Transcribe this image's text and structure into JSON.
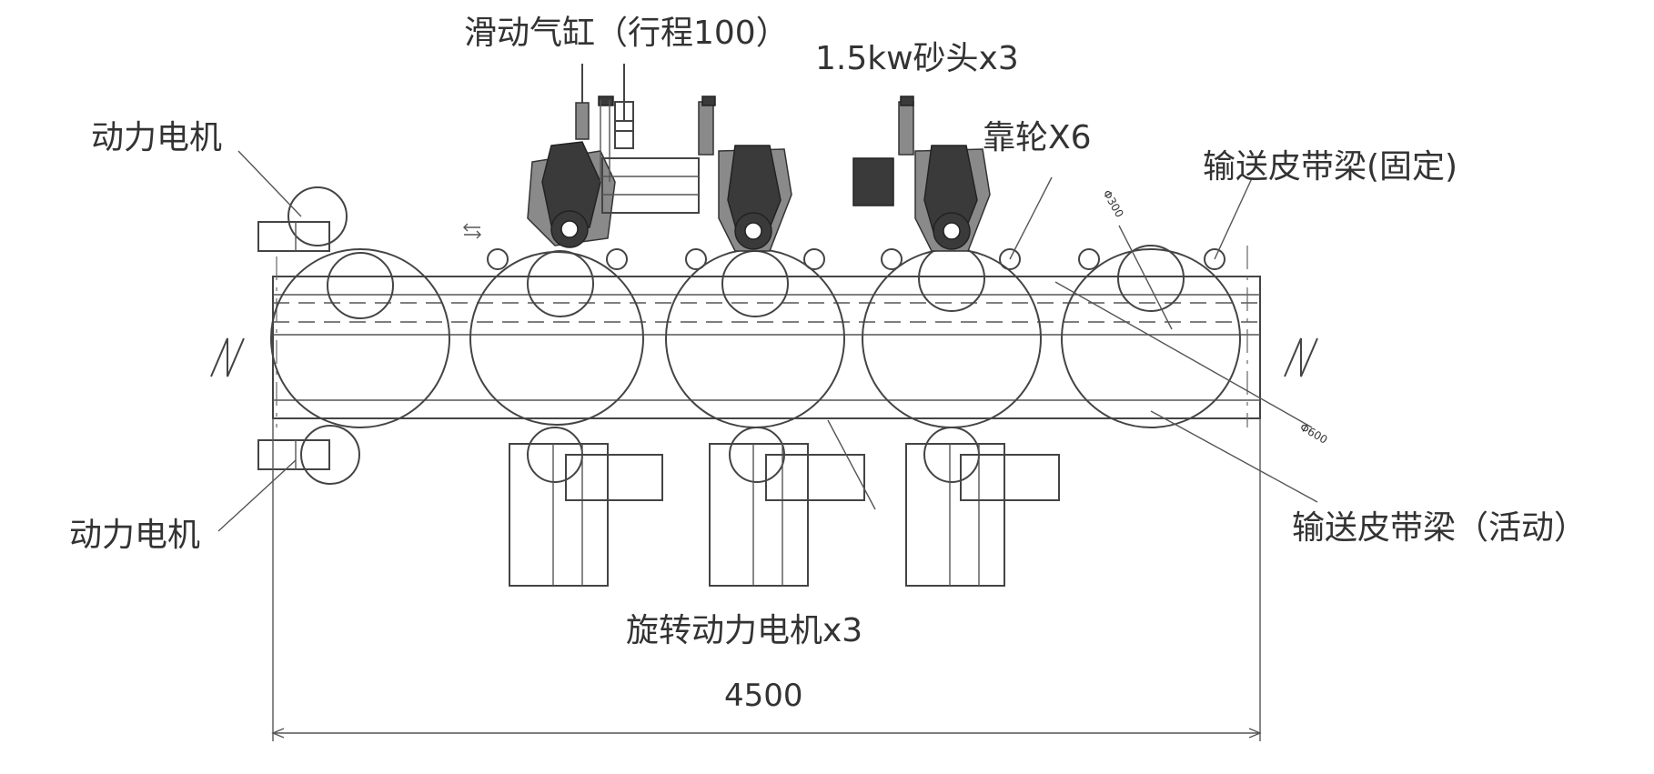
{
  "labels": {
    "cylinder": "滑动气缸（行程100）",
    "sanding_heads": "1.5kw砂头x3",
    "motor_top": "动力电机",
    "motor_bottom": "动力电机",
    "guide_wheels": "靠轮X6",
    "belt_beam_fixed": "输送皮带梁(固定)",
    "belt_beam_movable": "输送皮带梁（活动）",
    "rotary_motors": "旋转动力电机x3",
    "overall_length": "4500",
    "dia_small": "Φ300",
    "dia_large": "Φ600"
  }
}
